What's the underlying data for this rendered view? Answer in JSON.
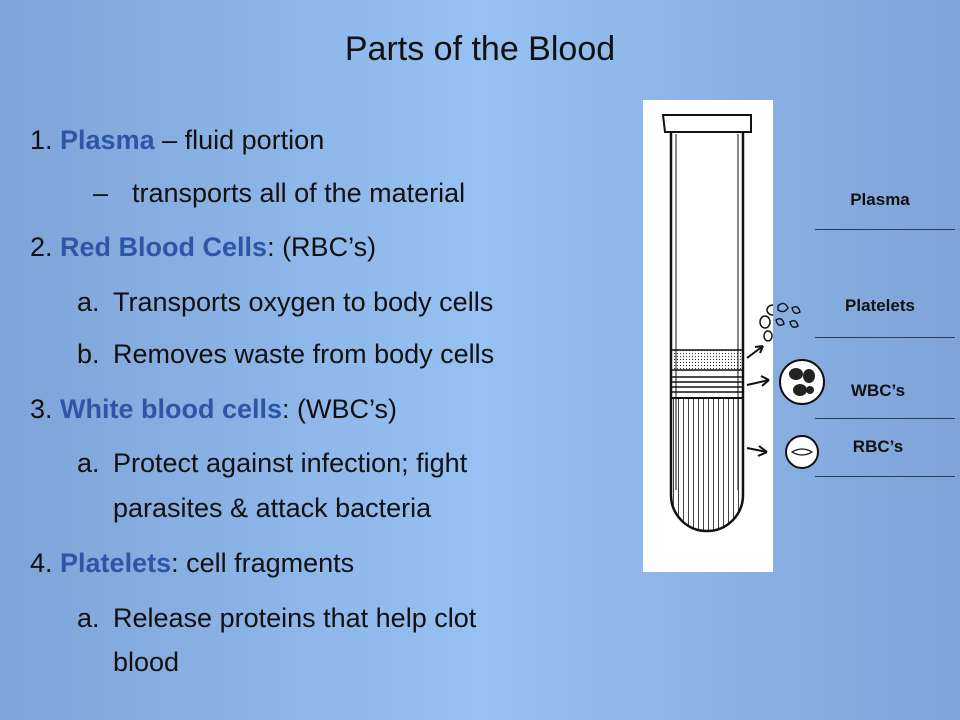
{
  "title": "Parts of the Blood",
  "items": [
    {
      "num": "1. ",
      "term": "Plasma",
      "rest": " – fluid portion",
      "subs": [
        {
          "marker": "–",
          "text": "transports all of the material"
        }
      ]
    },
    {
      "num": "2.  ",
      "term": "Red Blood Cells",
      "rest": ": (RBC’s)",
      "subs": [
        {
          "marker": "a.",
          "text": "Transports oxygen to body cells"
        },
        {
          "marker": "b.",
          "text": "Removes waste from body cells"
        }
      ]
    },
    {
      "num": "3. ",
      "term": "White blood cells",
      "rest": ":  (WBC’s)",
      "subs": [
        {
          "marker": "a.",
          "text": "Protect against infection; fight",
          "text2": "parasites & attack bacteria"
        }
      ]
    },
    {
      "num": "4. ",
      "term": "Platelets",
      "rest": ":  cell fragments",
      "subs": [
        {
          "marker": "a.",
          "text": "Release proteins that help clot",
          "text2": "blood"
        }
      ]
    }
  ],
  "figure_labels": {
    "plasma": "Plasma",
    "platelets": "Platelets",
    "wbc": "WBC’s",
    "rbc": "RBC’s"
  },
  "colors": {
    "term": "#2d56a6",
    "background": "#97c1f2"
  }
}
